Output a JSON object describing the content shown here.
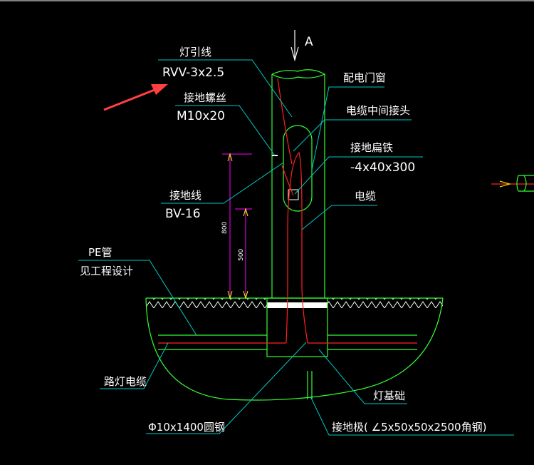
{
  "view_marker": "A",
  "labels": {
    "lamp_lead": "灯引线",
    "lamp_lead_spec": "RVV-3x2.5",
    "ground_screw": "接地螺丝",
    "ground_screw_spec": "M10x20",
    "ground_wire": "接地线",
    "ground_wire_spec": "BV-16",
    "pe_pipe": "PE管",
    "pe_pipe_note": "见工程设计",
    "street_cable": "路灯电缆",
    "round_steel": "Φ10x1400圆钢",
    "distribution_window": "配电门窗",
    "cable_joint": "电缆中间接头",
    "ground_flat_steel": "接地扁铁",
    "ground_flat_steel_spec": "-4x40x300",
    "cable": "电缆",
    "lamp_foundation": "灯基础",
    "ground_plate": "接地极( ∠5x50x50x2500角钢)"
  },
  "dimensions": {
    "d800": "800",
    "d500": "500"
  },
  "colors": {
    "background": "#000000",
    "leader": "#00c8c8",
    "pole": "#33ff33",
    "cable": "#ff2020",
    "dimension": "#ff00ff",
    "text": "#ffffff",
    "arrow": "#ff4040"
  }
}
